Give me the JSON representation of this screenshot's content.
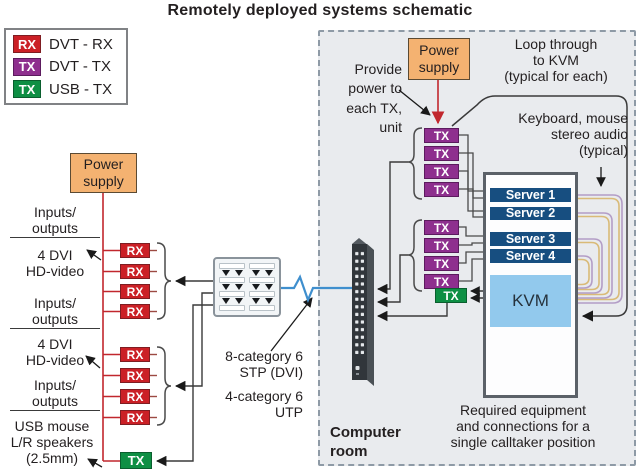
{
  "title": "Remotely deployed systems schematic",
  "legend": {
    "items": [
      {
        "badge": "RX",
        "label": "DVT - RX"
      },
      {
        "badge": "TX",
        "label": "DVT - TX"
      },
      {
        "badge": "TX",
        "label": "USB - TX"
      }
    ]
  },
  "power_supply": "Power\nsupply",
  "badges": {
    "rx": "RX",
    "tx": "TX"
  },
  "servers": [
    "Server 1",
    "Server 2",
    "Server 3",
    "Server 4"
  ],
  "kvm": "KVM",
  "left_labels": [
    {
      "io": "Inputs/\noutputs",
      "detail": "4 DVI\nHD-video"
    },
    {
      "io": "Inputs/\noutputs",
      "detail": "4 DVI\nHD-video"
    },
    {
      "io": "Inputs/\noutputs",
      "detail": "USB mouse\nL/R speakers\n(2.5mm)"
    }
  ],
  "annotations": {
    "provide_power": "Provide\npower to\neach TX,\nunit",
    "loop_through": "Loop through\nto KVM\n(typical for each)",
    "keyboard": "Keyboard, mouse\nstereo audio\n(typical)",
    "cable_stp": "8-category 6\nSTP (DVI)",
    "cable_utp": "4-category 6\nUTP"
  },
  "room": {
    "name": "Computer\nroom",
    "caption": "Required equipment\nand connections for a\nsingle calltaker position"
  },
  "colors": {
    "rx_red": "#cb2026",
    "tx_purple": "#8e2f8e",
    "tx_green": "#0e8f44",
    "server_navy": "#174e80",
    "kvm_blue": "#92c9ed",
    "power_tan": "#f4b271",
    "power_line_red": "#c1272d",
    "cable_blue": "#3f8fce",
    "loop_lavender": "#b39dc6",
    "loop_tan": "#d9ba77",
    "room_fill": "#e9ebee"
  }
}
